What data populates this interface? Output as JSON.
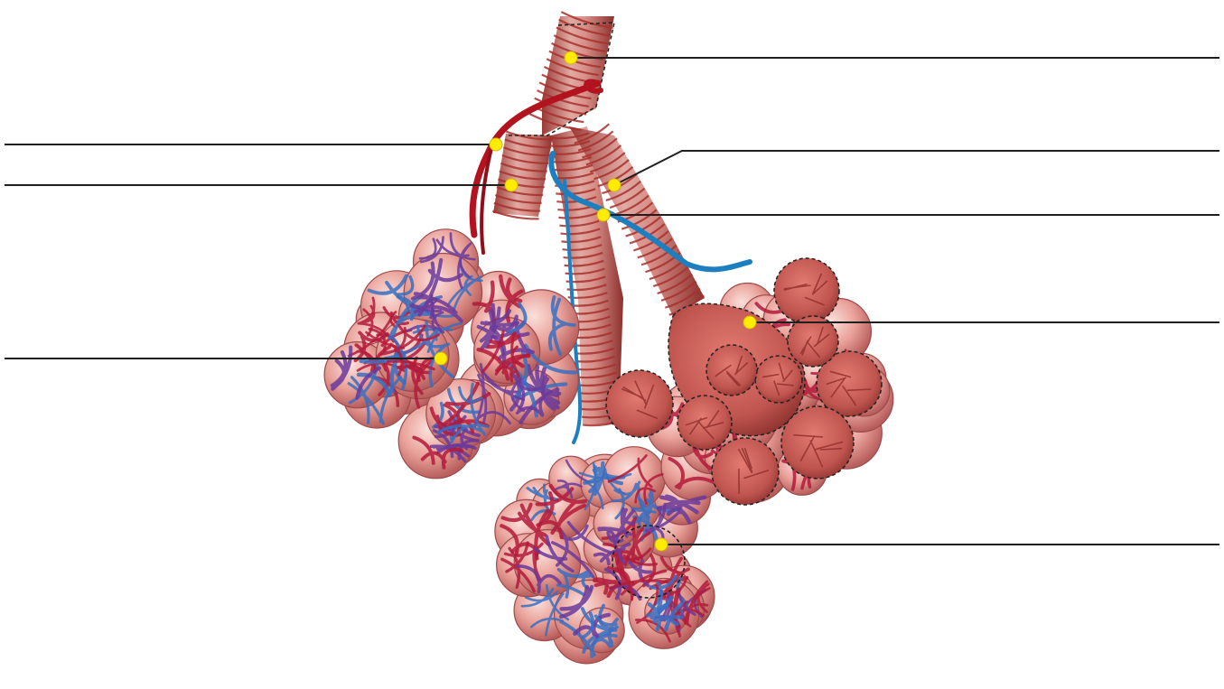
{
  "diagram": {
    "subject_icon": "alveoli-anatomy-illustration",
    "colors": {
      "background": "#ffffff",
      "leader_line": "#1f1f1f",
      "marker": "#ffec00",
      "artery": "#b3121f",
      "vein": "#1e7fc0",
      "bronchiole": "#c8504a",
      "alveolus": "#e9a19a",
      "capillary_red": "#b31a3a",
      "capillary_blue": "#3a6fc0",
      "capillary_purple": "#6a3a9a",
      "cutaway": "#c0554f"
    },
    "labels": [
      {
        "id": "terminal-bronchiole",
        "text": "",
        "side": "right"
      },
      {
        "id": "pulmonary-artery-branch",
        "text": "",
        "side": "left"
      },
      {
        "id": "respiratory-bronchiole",
        "text": "",
        "side": "left"
      },
      {
        "id": "smooth-muscle",
        "text": "",
        "side": "right"
      },
      {
        "id": "pulmonary-vein-branch",
        "text": "",
        "side": "right"
      },
      {
        "id": "alveolar-duct",
        "text": "",
        "side": "right"
      },
      {
        "id": "capillary-network",
        "text": "",
        "side": "left"
      },
      {
        "id": "alveolus",
        "text": "",
        "side": "right"
      }
    ]
  }
}
